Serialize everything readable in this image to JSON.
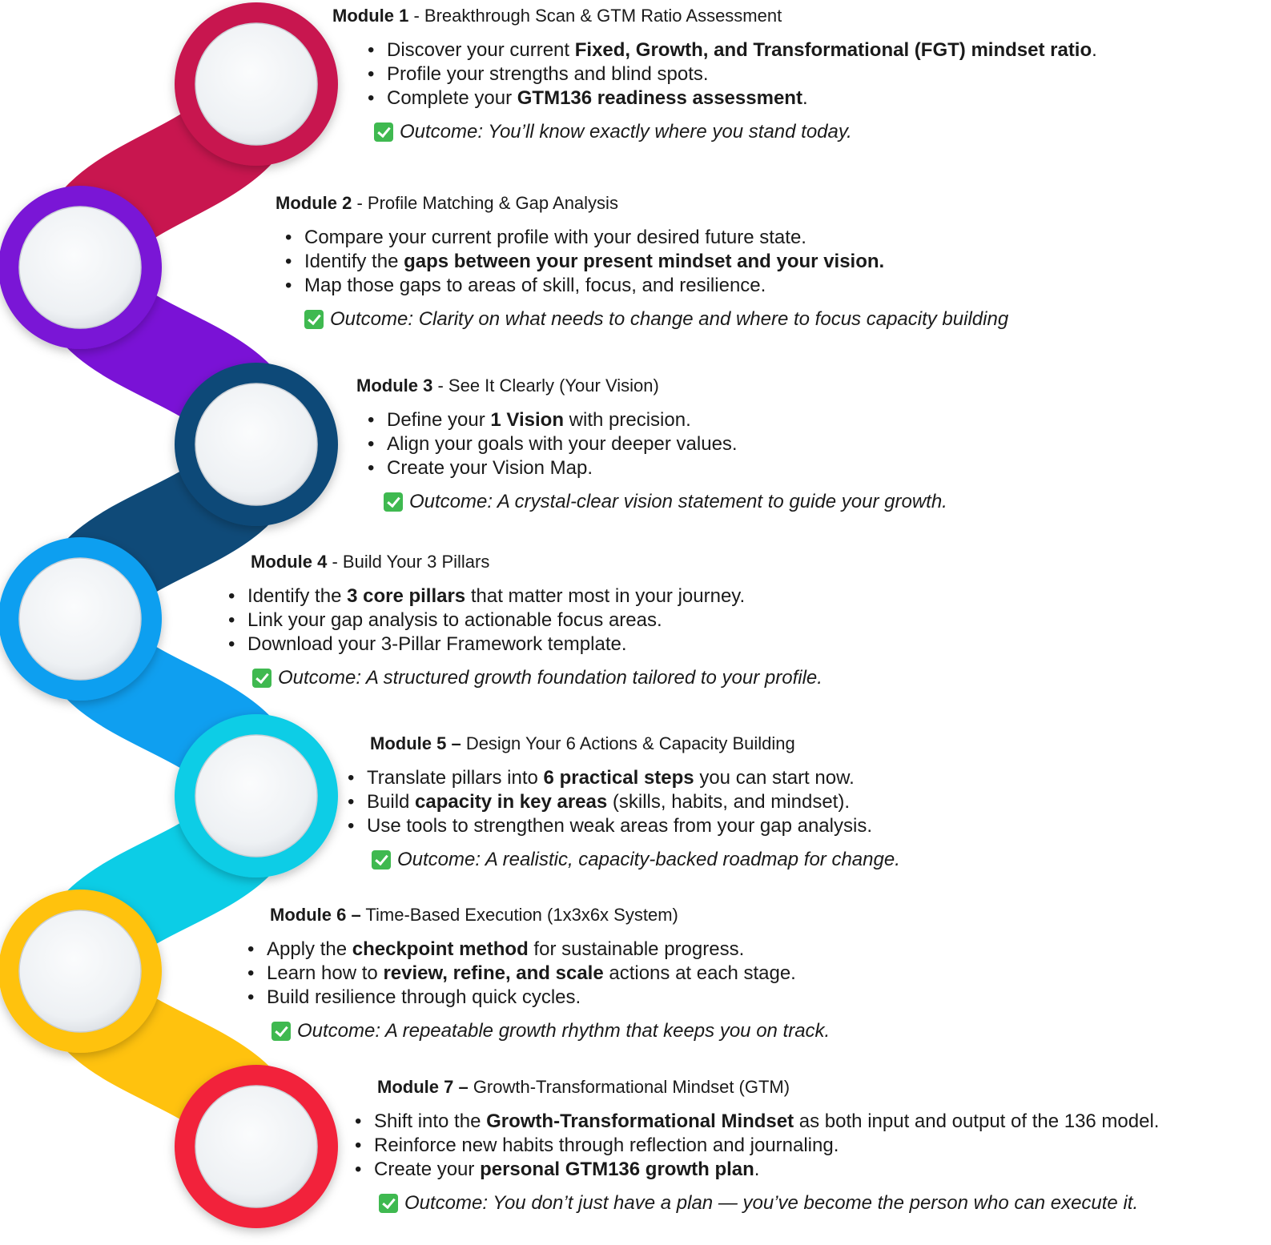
{
  "modules": [
    {
      "id": "m1",
      "title_bold": "Module 1",
      "title_sep": " - ",
      "title_rest": "Breakthrough Scan & GTM Ratio Assessment",
      "color": "#c8164f",
      "bullets": [
        [
          "Discover your current ",
          "Fixed, Growth, and Transformational (FGT) mindset ratio",
          "."
        ],
        [
          "Profile your strengths and blind spots.",
          "",
          ""
        ],
        [
          "Complete your ",
          "GTM136 readiness assessment",
          "."
        ]
      ],
      "outcome": "Outcome: You’ll know exactly where you stand today."
    },
    {
      "id": "m2",
      "title_bold": "Module 2",
      "title_sep": " - ",
      "title_rest": "Profile Matching & Gap Analysis",
      "color": "#7a12d6",
      "bullets": [
        [
          "Compare your current profile with your desired future state.",
          "",
          ""
        ],
        [
          "Identify the ",
          "gaps between your present mindset and your vision.",
          ""
        ],
        [
          "Map those gaps to areas of skill, focus, and resilience.",
          "",
          ""
        ]
      ],
      "outcome": "Outcome: Clarity on what needs to change and where to focus capacity building"
    },
    {
      "id": "m3",
      "title_bold": "Module 3",
      "title_sep": " - ",
      "title_rest": "See It Clearly (Your Vision)",
      "color": "#0f4a78",
      "bullets": [
        [
          "Define your ",
          "1 Vision",
          " with precision."
        ],
        [
          "Align your goals with your deeper values.",
          "",
          ""
        ],
        [
          "Create your Vision Map.",
          "",
          ""
        ]
      ],
      "outcome": "Outcome: A crystal-clear vision statement to guide your growth."
    },
    {
      "id": "m4",
      "title_bold": "Module 4",
      "title_sep": " - ",
      "title_rest": "Build Your 3 Pillars",
      "color": "#0f9ff0",
      "bullets": [
        [
          "Identify the ",
          "3 core pillars",
          " that matter most in your journey."
        ],
        [
          "Link your gap analysis to actionable focus areas.",
          "",
          ""
        ],
        [
          "Download your 3-Pillar Framework template.",
          "",
          ""
        ]
      ],
      "outcome": "Outcome: A structured growth foundation tailored to your profile."
    },
    {
      "id": "m5",
      "title_bold": "Module 5 –",
      "title_sep": " ",
      "title_rest": "Design Your 6 Actions & Capacity Building",
      "color": "#0ccde6",
      "bullets": [
        [
          "Translate pillars into ",
          "6 practical steps",
          " you can start now."
        ],
        [
          "Build ",
          "capacity in key areas",
          " (skills, habits, and mindset)."
        ],
        [
          "Use tools to strengthen weak areas from your gap analysis.",
          "",
          ""
        ]
      ],
      "outcome": "Outcome: A realistic, capacity-backed roadmap for change."
    },
    {
      "id": "m6",
      "title_bold": "Module 6 –",
      "title_sep": " ",
      "title_rest": "Time-Based Execution (1x3x6x System)",
      "color": "#ffc20e",
      "bullets": [
        [
          "Apply the ",
          "checkpoint method",
          " for sustainable progress."
        ],
        [
          "Learn how to ",
          "review, refine, and scale",
          " actions at each stage."
        ],
        [
          "Build resilience through quick cycles.",
          "",
          ""
        ]
      ],
      "outcome": "Outcome: A repeatable growth rhythm that keeps you on track."
    },
    {
      "id": "m7",
      "title_bold": "Module 7 –",
      "title_sep": " ",
      "title_rest": "Growth-Transformational Mindset (GTM)",
      "color": "#f2233a",
      "bullets": [
        [
          "Shift into the ",
          "Growth-Transformational Mindset",
          " as both input and output of the 136 model."
        ],
        [
          "Reinforce new habits through reflection and journaling.",
          "",
          ""
        ],
        [
          "Create your ",
          "personal GTM136 growth plan",
          "."
        ]
      ],
      "outcome": "Outcome: You don’t just have a plan — you’ve become the person who can execute it."
    }
  ]
}
